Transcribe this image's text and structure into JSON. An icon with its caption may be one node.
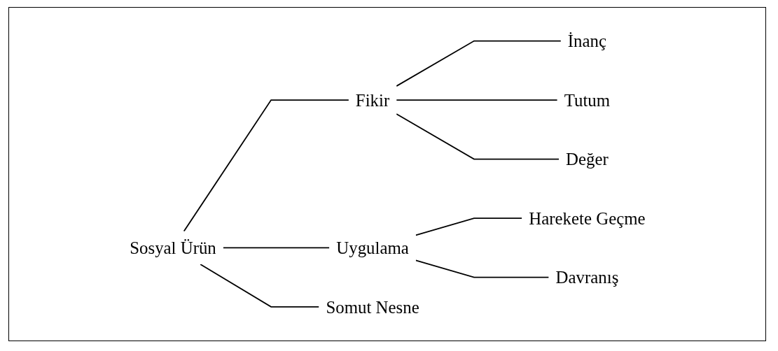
{
  "diagram": {
    "nodes": [
      {
        "text": [
          "Sosyal Ürün"
        ]
      },
      {
        "text": [
          "Fikir"
        ]
      },
      {
        "text": [
          "İnanç"
        ]
      },
      {
        "text": [
          "Tutum"
        ]
      },
      {
        "text": [
          "Değer"
        ]
      },
      {
        "text": [
          "Uygulama"
        ]
      },
      {
        "text": [
          "Harekete Geçme"
        ]
      },
      {
        "text": [
          "Davranış"
        ]
      },
      {
        "text": [
          "Somut Nesne"
        ]
      }
    ],
    "edges": [
      {
        "from": 0,
        "to": 1,
        "arrow": "none"
      },
      {
        "from": 1,
        "to": 2,
        "arrow": "none"
      },
      {
        "from": 1,
        "to": 3,
        "arrow": "none"
      },
      {
        "from": 1,
        "to": 4,
        "arrow": "none"
      },
      {
        "from": 0,
        "to": 5,
        "arrow": "none"
      },
      {
        "from": 5,
        "to": 6,
        "arrow": "none"
      },
      {
        "from": 5,
        "to": 7,
        "arrow": "none"
      },
      {
        "from": 0,
        "to": 8,
        "arrow": "none"
      }
    ]
  }
}
